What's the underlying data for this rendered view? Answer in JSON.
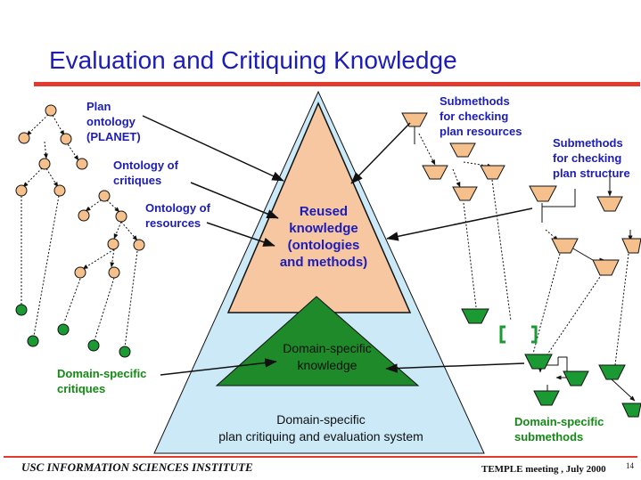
{
  "title": "Evaluation and Critiquing Knowledge",
  "colors": {
    "title_blue": "#1c1cb8",
    "rule_red": "#e33a2e",
    "outer_triangle": "#cbe9f7",
    "reused_triangle": "#f6c7a1",
    "domain_triangle": "#1e8a2a",
    "node_fill": "#f5c08c",
    "green_node": "#1b9a33"
  },
  "labels": {
    "plan_ontology": "Plan\nontology\n(PLANET)",
    "ontology_critiques": "Ontology of\ncritiques",
    "ontology_resources": "Ontology of\nresources",
    "submethods_resources": "Submethods\nfor checking\nplan resources",
    "submethods_structure": "Submethods\nfor checking\nplan structure",
    "reused_knowledge": "Reused\nknowledge\n(ontologies\nand methods)",
    "domain_knowledge": "Domain-specific\nknowledge",
    "domain_system": "Domain-specific\nplan critiquing and evaluation system",
    "domain_critiques": "Domain-specific\ncritiques",
    "domain_submethods": "Domain-specific\nsubmethods"
  },
  "footer": {
    "institute": "USC INFORMATION SCIENCES INSTITUTE",
    "meeting": "TEMPLE meeting , July 2000",
    "page": "14"
  },
  "icons": [
    "tree-node-icon",
    "method-trapezoid-icon",
    "green-node-icon",
    "green-method-icon"
  ]
}
